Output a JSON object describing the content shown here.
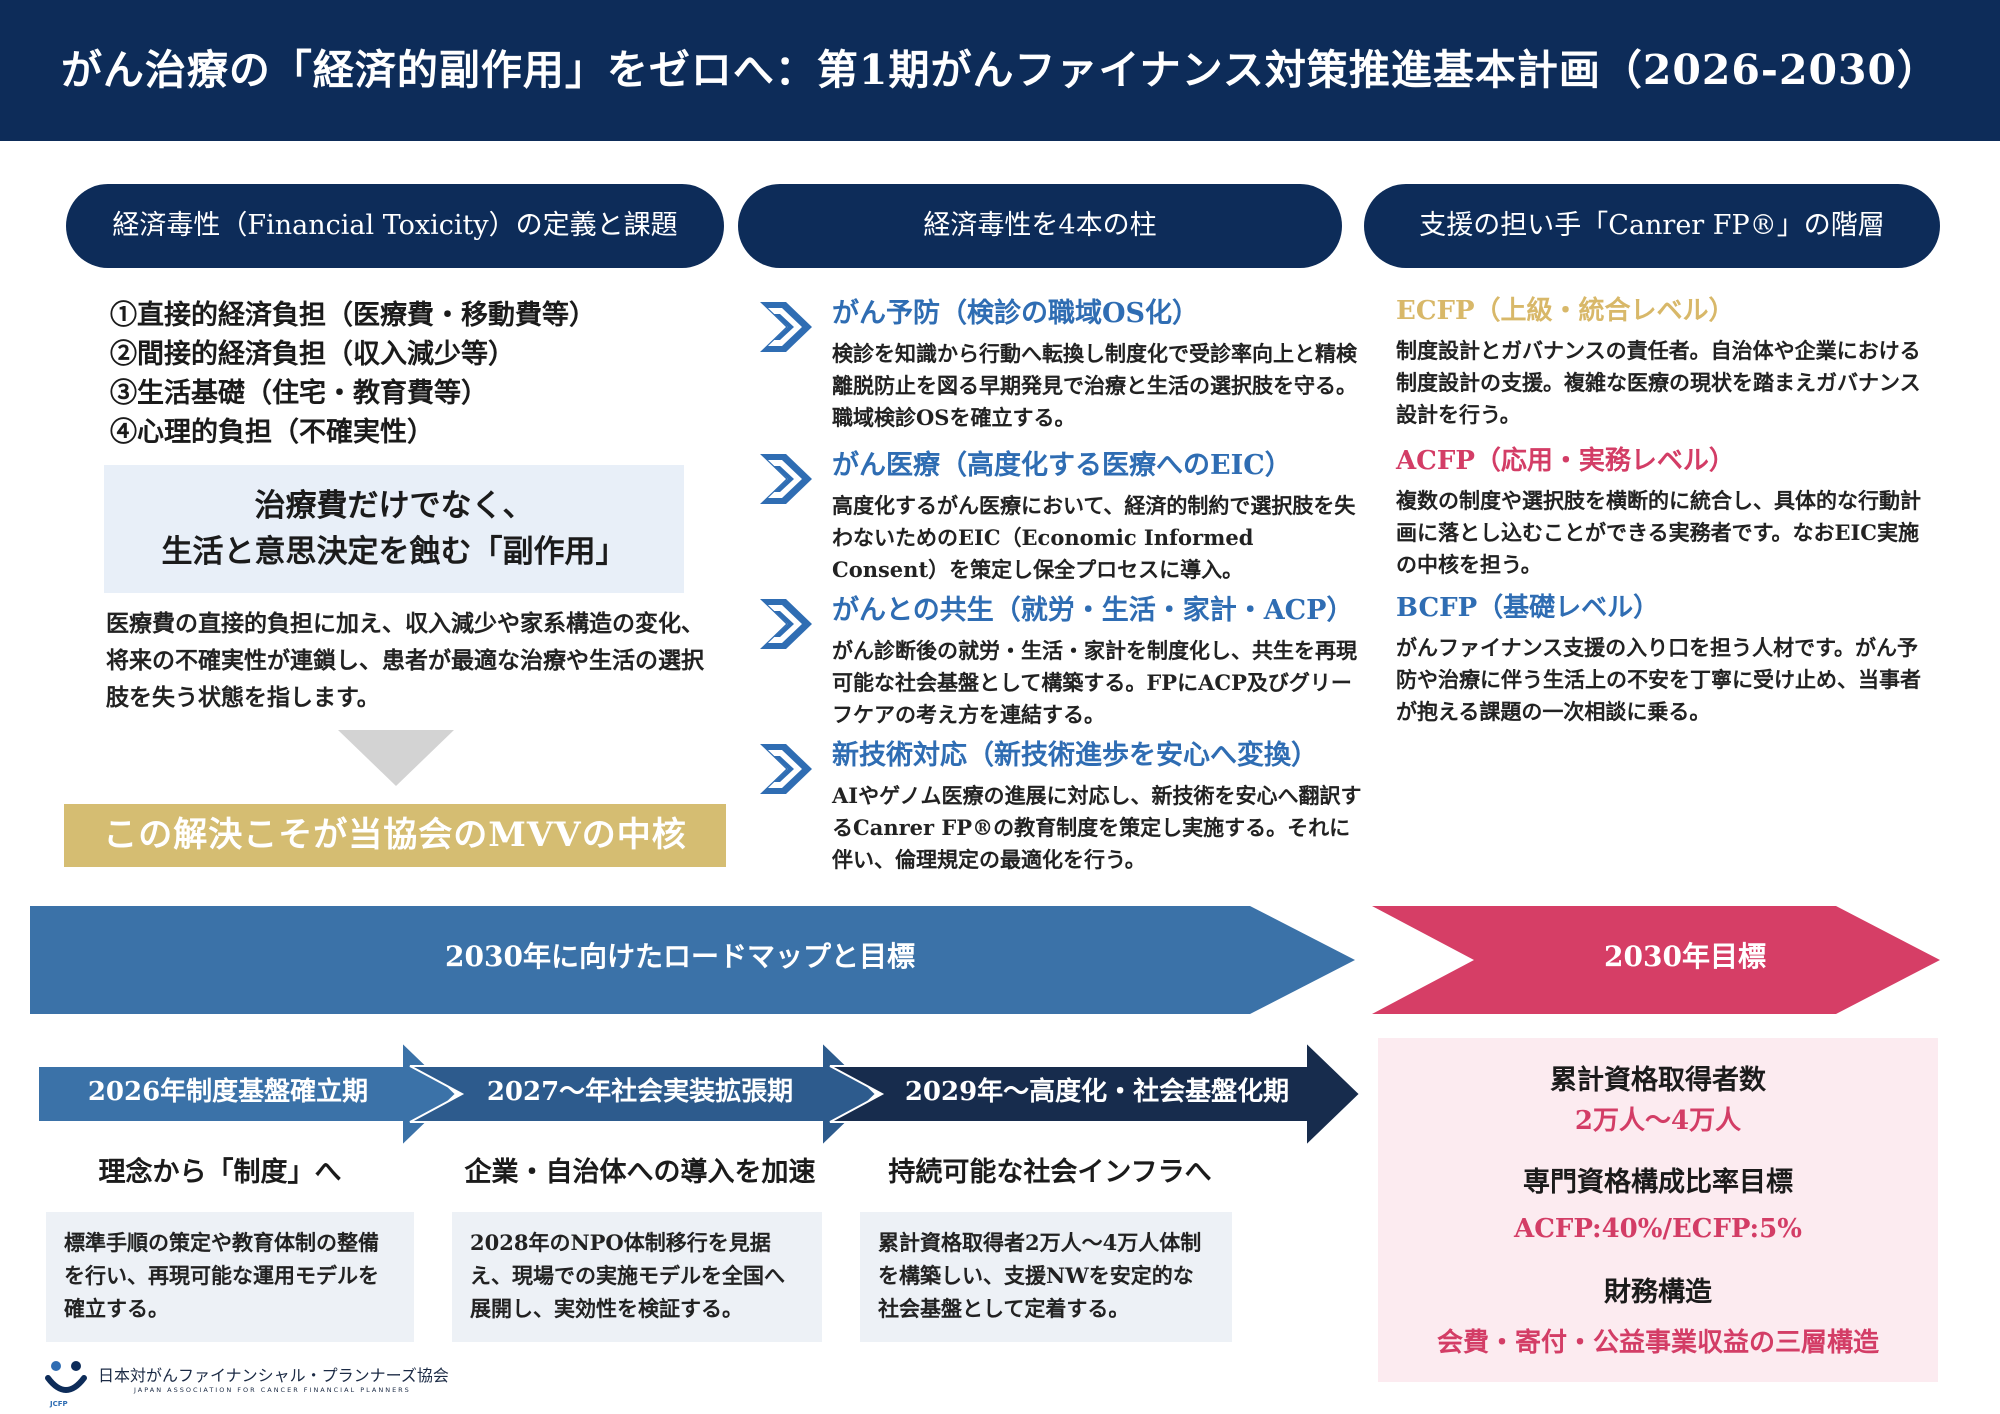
{
  "header": {
    "title": "がん治療の「経済的副作用」をゼロへ：第1期がんファイナンス対策推進基本計画（2026-2030）"
  },
  "columns": {
    "left_header": "経済毒性（Financial Toxicity）の定義と課題",
    "middle_header": "経済毒性を4本の柱",
    "right_header": "支援の担い手「Canrer FP®」の階層"
  },
  "toxicity": {
    "items": [
      "①直接的経済負担（医療費・移動費等）",
      "②間接的経済負担（収入減少等）",
      "③生活基礎（住宅・教育費等）",
      "④心理的負担（不確実性）"
    ],
    "highlight_line1": "治療費だけでなく、",
    "highlight_line2": "生活と意思決定を蝕む「副作用」",
    "definition": "医療費の直接的負担に加え、収入減少や家系構造の変化、将来の不確実性が連鎖し、患者が最適な治療や生活の選択肢を失う状態を指します。",
    "mvv_banner": "この解決こそが当協会のMVVの中核"
  },
  "pillars": [
    {
      "title": "がん予防（検診の職域OS化）",
      "body": "検診を知識から行動へ転換し制度化で受診率向上と精検離脱防止を図る早期発見で治療と生活の選択肢を守る。職域検診OSを確立する。"
    },
    {
      "title": "がん医療（高度化する医療へのEIC）",
      "body": "高度化するがん医療において、経済的制約で選択肢を失わないためのEIC（Economic Informed Consent）を策定し保全プロセスに導入。"
    },
    {
      "title": "がんとの共生（就労・生活・家計・ACP）",
      "body": "がん診断後の就労・生活・家計を制度化し、共生を再現可能な社会基盤として構築する。FPにACP及びグリーフケアの考え方を連結する。"
    },
    {
      "title": "新技術対応（新技術進歩を安心へ変換）",
      "body": "AIやゲノム医療の進展に対応し、新技術を安心へ翻訳するCanrer FP®の教育制度を策定し実施する。それに伴い、倫理規定の最適化を行う。"
    }
  ],
  "tiers": [
    {
      "title": "ECFP（上級・統合レベル）",
      "color": "#d8b869",
      "body": "制度設計とガバナンスの責任者。自治体や企業における制度設計の支援。複雑な医療の現状を踏まえガバナンス設計を行う。"
    },
    {
      "title": "ACFP（応用・実務レベル）",
      "color": "#d33d66",
      "body": "複数の制度や選択肢を横断的に統合し、具体的な行動計画に落とし込むことができる実務者です。なおEIC実施の中核を担う。"
    },
    {
      "title": "BCFP（基礎レベル）",
      "color": "#2f6db3",
      "body": "がんファイナンス支援の入り口を担う人材です。がん予防や治療に伴う生活上の不安を丁寧に受け止め、当事者が抱える課題の一次相談に乗る。"
    }
  ],
  "roadmap": {
    "label": "2030年に向けたロードマップと目標",
    "goal_label": "2030年目標",
    "phases": [
      {
        "label": "2026年制度基盤確立期",
        "subtitle": "理念から「制度」へ",
        "body": "標準手順の策定や教育体制の整備を行い、再現可能な運用モデルを確立する。"
      },
      {
        "label": "2027～年社会実装拡張期",
        "subtitle": "企業・自治体への導入を加速",
        "body": "2028年のNPO体制移行を見据え、現場での実施モデルを全国へ展開し、実効性を検証する。"
      },
      {
        "label": "2029年～高度化・社会基盤化期",
        "subtitle": "持続可能な社会インフラへ",
        "body": "累計資格取得者2万人～4万人体制を構築しい、支援NWを安定的な社会基盤として定着する。"
      }
    ]
  },
  "goals": {
    "g1_head": "累計資格取得者数",
    "g1_value": "2万人～4万人",
    "g2_head": "専門資格構成比率目標",
    "g2_value": "ACFP:40%/ECFP:5%",
    "g3_head": "財務構造",
    "g3_value": "会費・寄付・公益事業収益の三層構造"
  },
  "footer": {
    "org_name": "日本対がんファイナンシャル・プランナーズ協会",
    "org_name_en": "JAPAN ASSOCIATION FOR CANCER FINANCIAL PLANNERS",
    "org_abbr": "JCFP"
  },
  "colors": {
    "navy": "#0d2c59",
    "pillar_blue": "#2f6db3",
    "roadmap_blue": "#3b72a8",
    "goal_pink": "#d63e66",
    "gold": "#d5bd72"
  }
}
